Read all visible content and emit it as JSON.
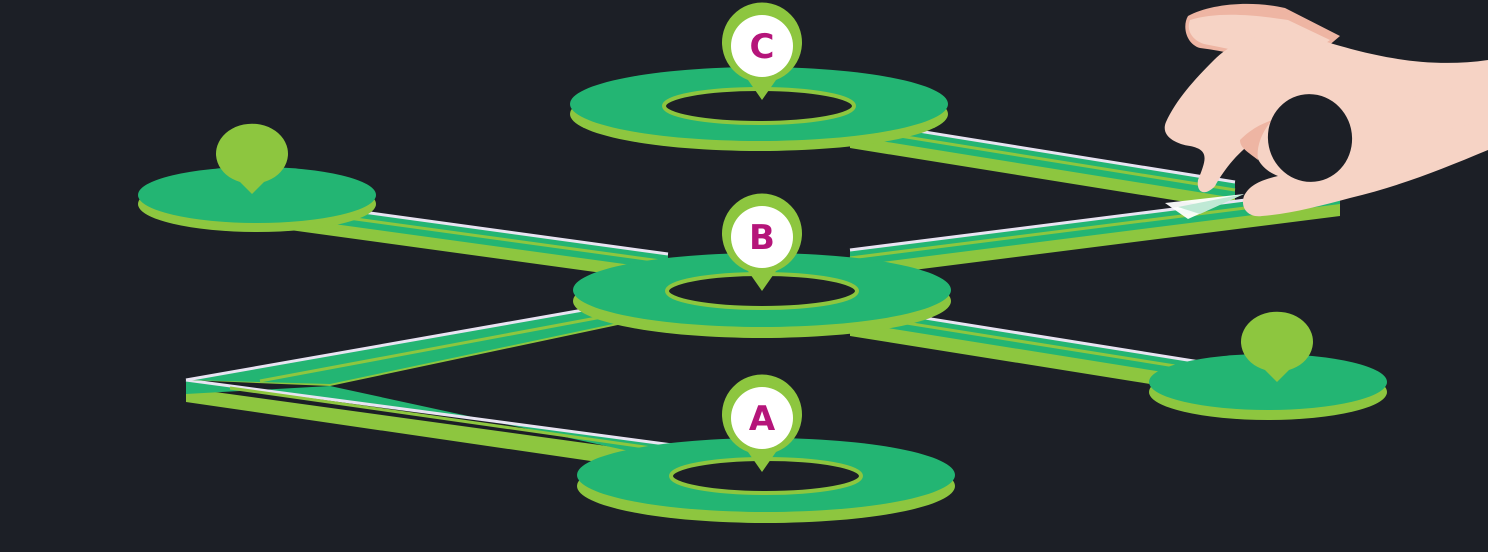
{
  "colors": {
    "background": "#1c1f26",
    "ring_top": "#23b573",
    "ring_side": "#8dc63f",
    "road_surface": "#23b573",
    "road_side": "#8dc63f",
    "road_edge": "#e8e4f2",
    "lane_line": "#8dc63f",
    "pin_green": "#8dc63f",
    "pin_inner": "#ffffff",
    "label_color": "#b5157a",
    "skin_light": "#f6d3c5",
    "skin_shade": "#eeb5a3"
  },
  "markers": [
    {
      "label": "A",
      "name": "marker-a"
    },
    {
      "label": "B",
      "name": "marker-b"
    },
    {
      "label": "C",
      "name": "marker-c"
    }
  ],
  "icons": {
    "hand": "hand-icon",
    "arrow": "arrow-icon",
    "pin": "map-pin-icon"
  }
}
